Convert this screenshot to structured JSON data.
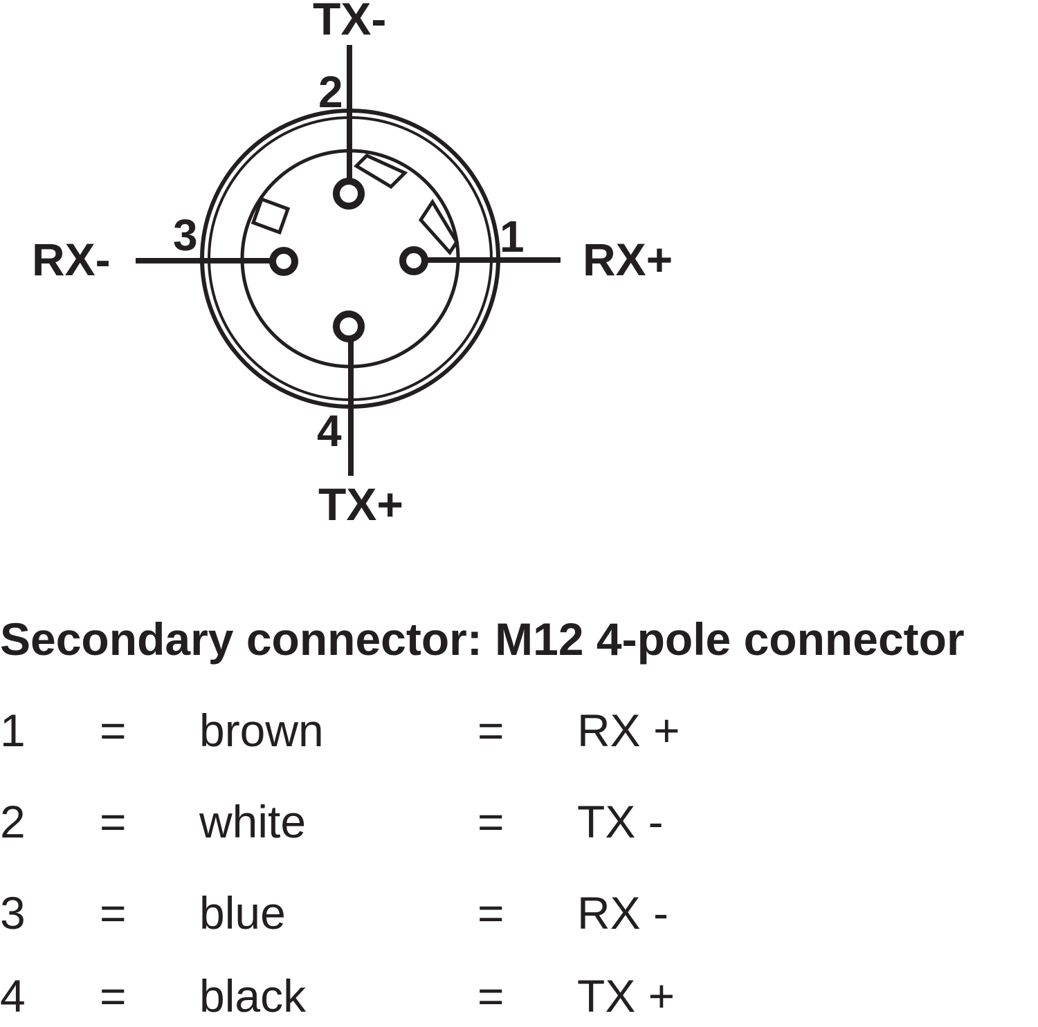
{
  "diagram": {
    "pins": [
      {
        "number": "1",
        "signal": "RX+"
      },
      {
        "number": "2",
        "signal": "TX-"
      },
      {
        "number": "3",
        "signal": "RX-"
      },
      {
        "number": "4",
        "signal": "TX+"
      }
    ]
  },
  "title": "Secondary connector: M12 4-pole connector",
  "table": {
    "rows": [
      {
        "pin": "1",
        "eq1": "=",
        "color": "brown",
        "eq2": "=",
        "signal": "RX +"
      },
      {
        "pin": "2",
        "eq1": "=",
        "color": "white",
        "eq2": "=",
        "signal": "TX -"
      },
      {
        "pin": "3",
        "eq1": "=",
        "color": "blue",
        "eq2": "=",
        "signal": "RX -"
      },
      {
        "pin": "4",
        "eq1": "=",
        "color": "black",
        "eq2": "=",
        "signal": "TX +"
      }
    ]
  }
}
